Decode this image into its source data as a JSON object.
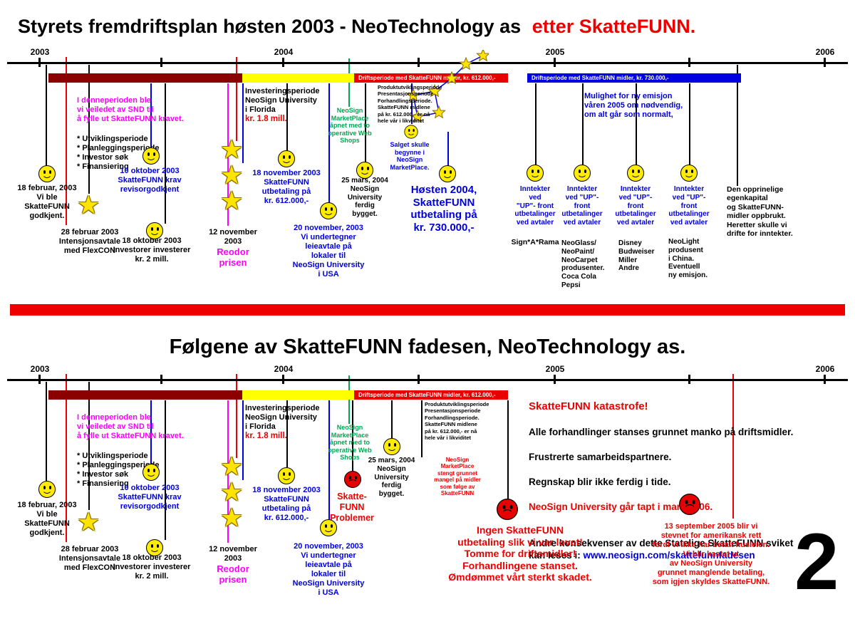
{
  "page_number": "2",
  "icons": {
    "star": "★"
  },
  "years": [
    "2003",
    "2004",
    "2005",
    "2006"
  ],
  "bars": {
    "drift612": "Driftsperiode med SkatteFUNN midler, kr. 612.000,-",
    "drift730": "Driftsperiode med SkatteFUNN midler, kr. 730.000,-"
  },
  "shared": {
    "snd_magenta": "I denneperioden ble\nvi veiledet av SND til\nå fylle ut SkatteFUNN kravet.",
    "snd_bullets": "* Utviklingsperiode\n* Planleggingsperiode\n* Investor søk\n* Finansiering",
    "invest": "Investeringsperiode\nNeoSign University\ni Florida",
    "invest_kr": "kr. 1.8 mill.",
    "marketplace": "NeoSign\nMarketPlace\nåpnet med to\noperative Web\nShops",
    "produkt_note": "Produktutviklingsperiode\nPresentasjonsperiode\nForhandlingsperiode.\nSkatteFUNN midlene\npå kr. 612.000,- er nå\nhele vår i likviditet",
    "feb18": "18 februar, 2003\nVi ble\nSkatteFUNN\ngodkjent.",
    "feb28": "28 februar 2003\nIntensjonsavtale\nmed FlexCON",
    "okt10": "10 oktober 2003\nSkatteFUNN krav\nrevisorgodkjent",
    "okt18": "18 oktober 2003\nInvestorer investerer\nkr. 2 mill.",
    "nov12": "12 november\n2003",
    "nov12_prize": "Reodor\nprisen",
    "nov18": "18 november 2003\nSkatteFUNN\nutbetaling på\nkr. 612.000,-",
    "nov20": "20 november, 2003\nVi undertegner\nleieavtale på\nlokaler til\nNeoSign University\ni USA",
    "mars25": "25 mars, 2004\nNeoSign\nUniversity\nferdig\nbygget."
  },
  "top": {
    "title_black": "Styrets fremdriftsplan høsten 2003 - NeoTechnology as",
    "title_red": "etter SkatteFUNN.",
    "salget": "Salget skulle\nbegynne i\nNeoSign\nMarketPlace.",
    "hosten_2004": "Høsten 2004,\nSkatteFUNN\nutbetaling på\nkr. 730.000,-",
    "emisjon": "Mulighet for ny emisjon\nvåren 2005 om nødvendig,\nom alt går som normalt,",
    "egenkapital": "Den opprinelige\negenkapital\nog SkatteFUNN-\nmidler oppbrukt.\nHeretter skulle vi\ndrifte for inntekter.",
    "inntekter": [
      {
        "blue": "Inntekter\nved\n\"UP\"- front\nutbetalinger\nved avtaler",
        "black": "Sign*A*Rama"
      },
      {
        "blue": "Inntekter\nved \"UP\"-\nfront\nutbetalinger\nved avtaler",
        "black": "NeoGlass/\nNeoPaint/\nNeoCarpet\nprodusenter.\nCoca Cola\nPepsi"
      },
      {
        "blue": "Inntekter\nved \"UP\"-\nfront\nutbetalinger\nved avtaler",
        "black": "Disney\nBudweiser\nMiller\nAndre"
      },
      {
        "blue": "Inntekter\nved \"UP\"-\nfront\nutbetalinger\nved avtaler",
        "black": "NeoLight\nprodusent\ni China.\nEventuell\nny emisjon."
      }
    ]
  },
  "bottom": {
    "title": "Følgene av SkatteFUNN fadesen, NeoTechnology as.",
    "problemer": "Skatte-\nFUNN\nProblemer",
    "marketplace_stengt": "NeoSign\nMarketPlace\nstengt grunnet\nmangel på midler\nsom følge av\nSkatteFUNN",
    "kat_red1": "SkatteFUNN katastrofe!",
    "kat_black1": "Alle forhandlinger stanses grunnet manko på driftsmidler.",
    "kat_black2": "Frustrerte samarbeidspartnere.",
    "kat_black3": "Regnskap blir ikke ferdig i tide.",
    "kat_red2": "NeoSign University går tapt i mars 2006.",
    "kat_black4": "Andre konsekvenser av dette Statelige SkatteFUNN sviket\nkan leses i: ",
    "kat_link": "www.neosign.com/skattefunnfadesen",
    "ingen": "Ingen SkatteFUNN\nutbetaling slik vi var lovet!\nTomme for driftsmidler!\nForhandlingene stanset.\nØmdømmet vårt sterkt skadet.",
    "stevnet": "13 september 2005 blir vi\nstevnet for amerikansk rett\nfordi vi ikke har betalt husleien.\nVi blir kastet ut\nav NeoSign University\ngrunnet manglende betaling,\nsom igjen skyldes SkatteFUNN."
  }
}
